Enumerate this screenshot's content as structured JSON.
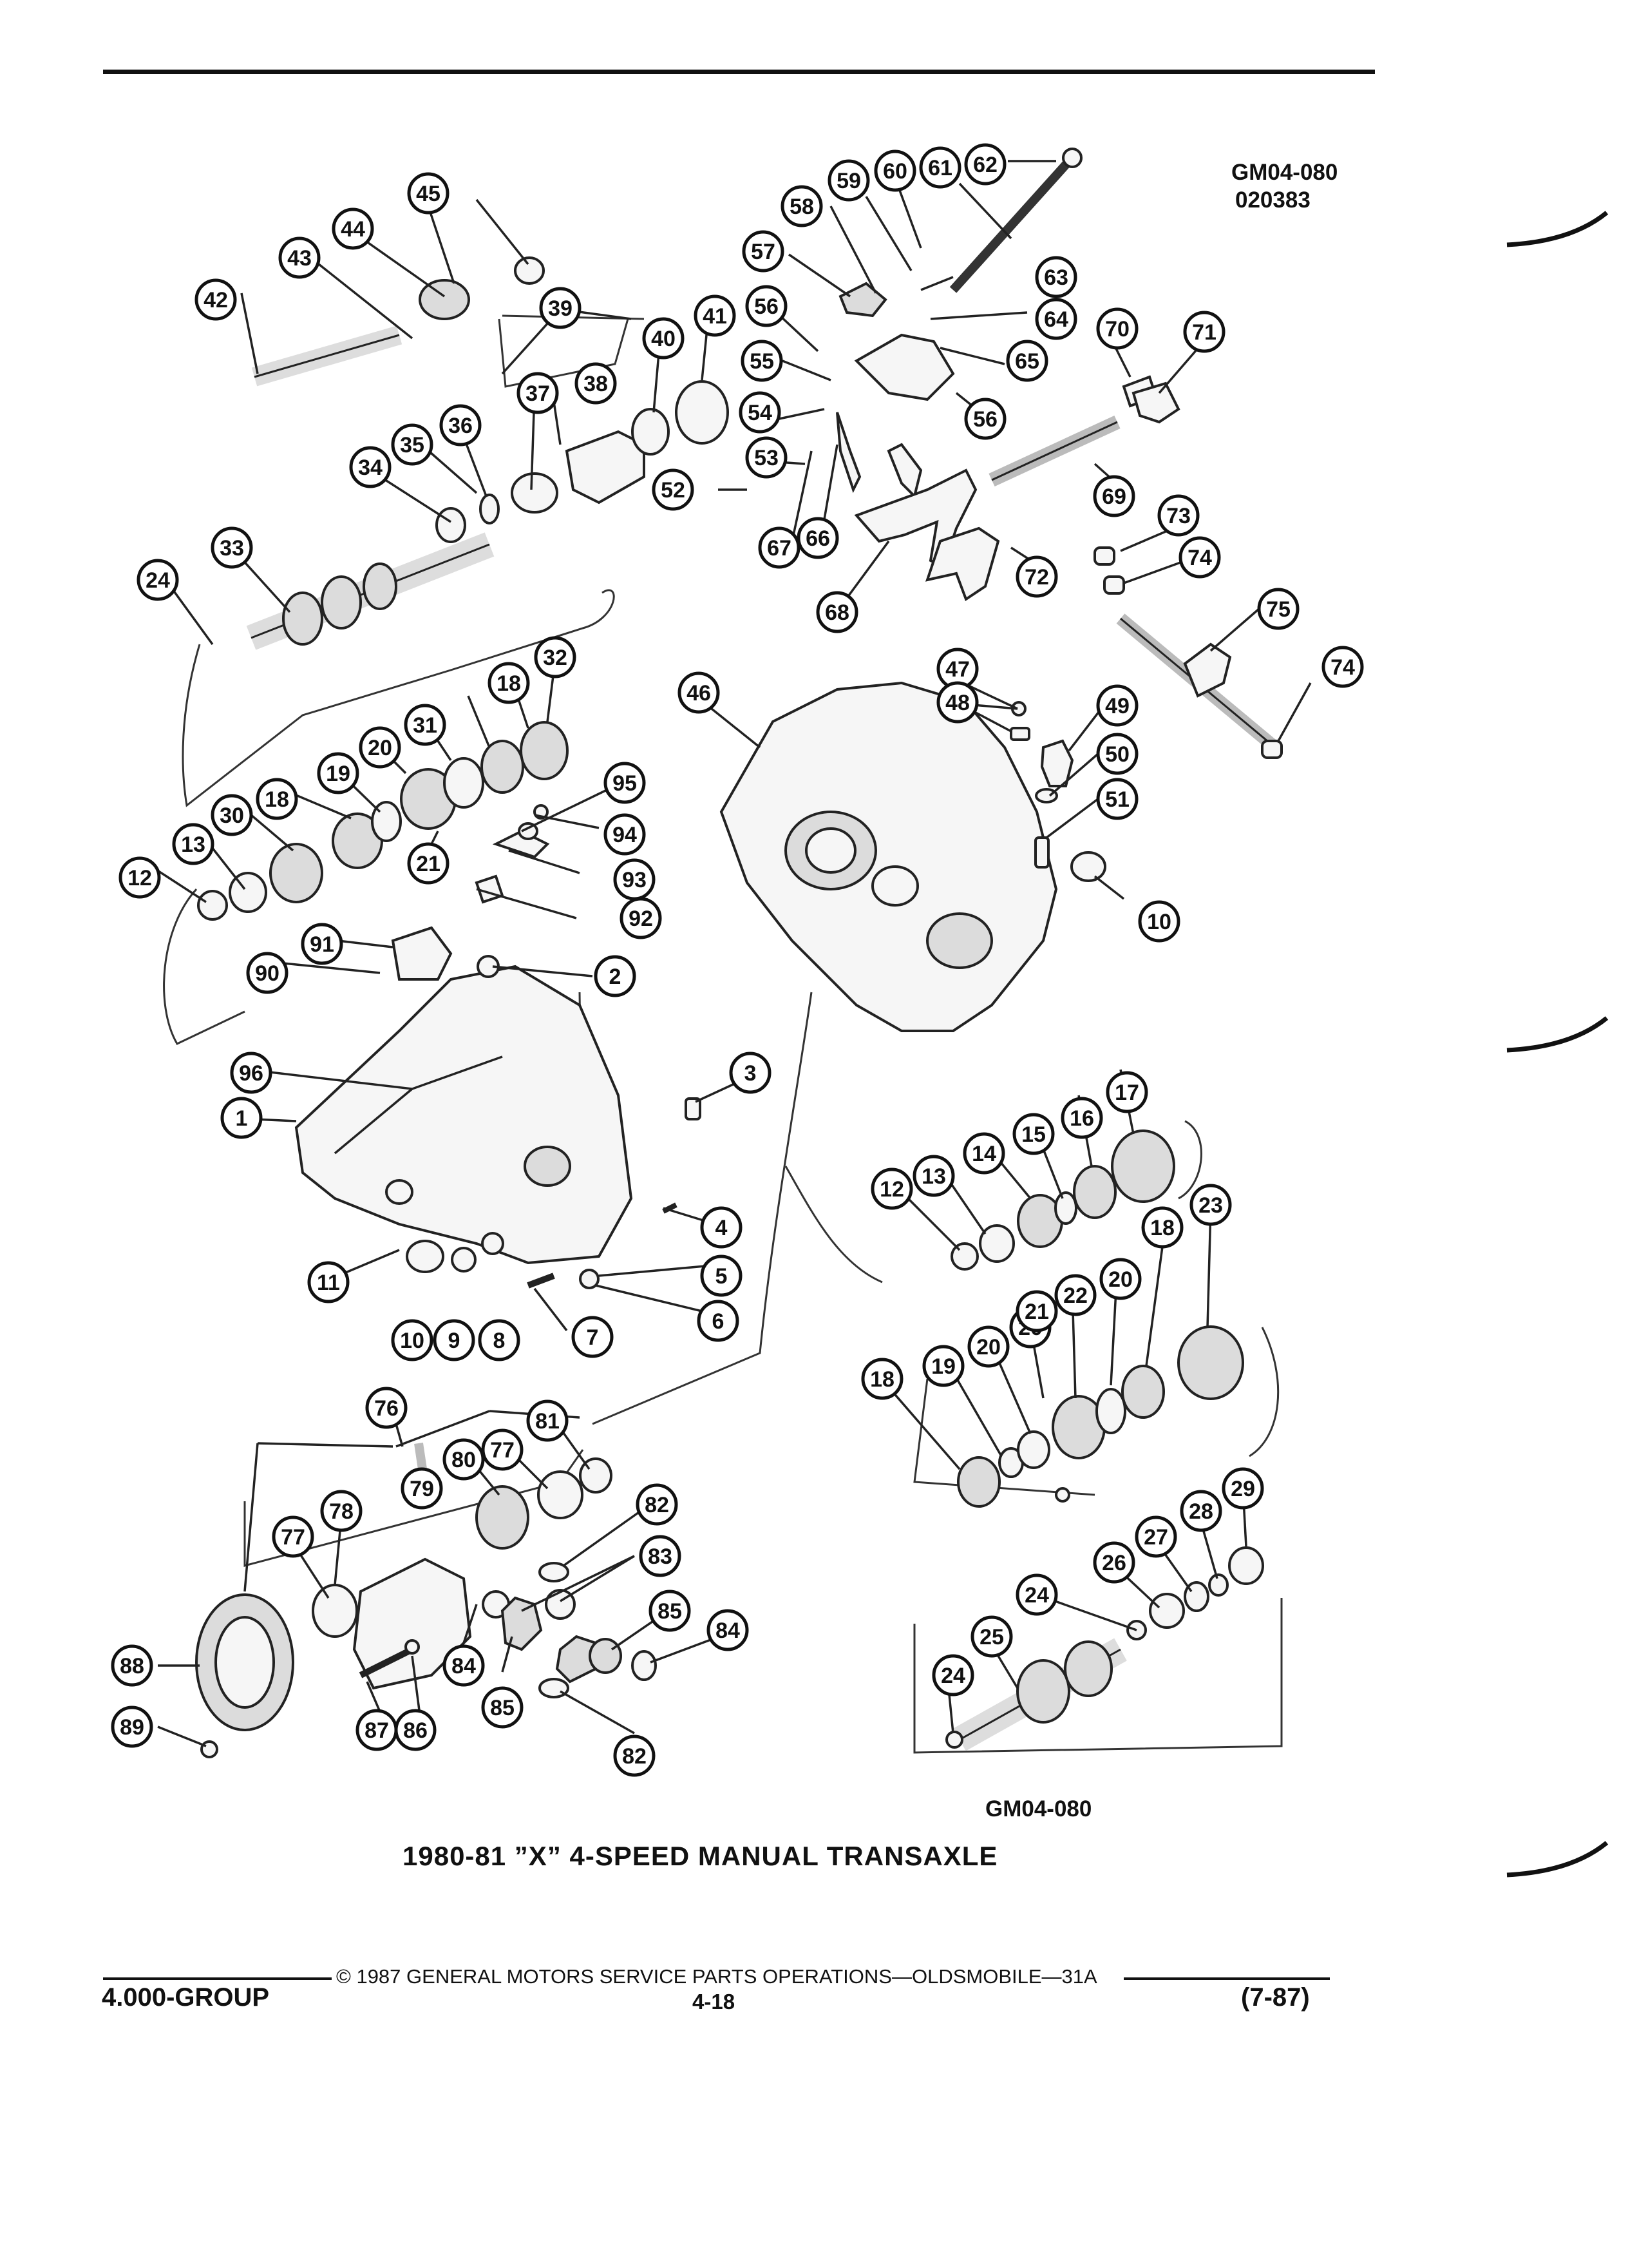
{
  "header": {
    "figure_code": "GM04-080",
    "figure_date": "020383"
  },
  "figure": {
    "code_bottom": "GM04-080",
    "title": "1980-81 ”X” 4-SPEED MANUAL TRANSAXLE"
  },
  "footer": {
    "copyright": "©  1987 GENERAL MOTORS SERVICE PARTS OPERATIONS—OLDSMOBILE—31A",
    "group": "4.000-GROUP",
    "page": "4-18",
    "revision": "(7-87)"
  },
  "callouts": [
    {
      "n": "1",
      "inv": false
    },
    {
      "n": "2",
      "inv": false
    },
    {
      "n": "3",
      "inv": false
    },
    {
      "n": "4",
      "inv": false
    },
    {
      "n": "5",
      "inv": false
    },
    {
      "n": "6",
      "inv": false
    },
    {
      "n": "7",
      "inv": false
    },
    {
      "n": "8",
      "inv": false
    },
    {
      "n": "9",
      "inv": false
    },
    {
      "n": "10",
      "inv": false
    },
    {
      "n": "10",
      "inv": false
    },
    {
      "n": "11",
      "inv": false
    },
    {
      "n": "12",
      "inv": false
    },
    {
      "n": "12",
      "inv": false
    },
    {
      "n": "13",
      "inv": false
    },
    {
      "n": "13",
      "inv": false
    },
    {
      "n": "14",
      "inv": false
    },
    {
      "n": "15",
      "inv": false
    },
    {
      "n": "16",
      "inv": false
    },
    {
      "n": "17",
      "inv": false
    },
    {
      "n": "18",
      "inv": false
    },
    {
      "n": "18",
      "inv": false
    },
    {
      "n": "18",
      "inv": false
    },
    {
      "n": "18",
      "inv": false
    },
    {
      "n": "19",
      "inv": false
    },
    {
      "n": "19",
      "inv": false
    },
    {
      "n": "20",
      "inv": false
    },
    {
      "n": "20",
      "inv": false
    },
    {
      "n": "20",
      "inv": false
    },
    {
      "n": "20",
      "inv": false
    },
    {
      "n": "21",
      "inv": false
    },
    {
      "n": "21",
      "inv": false
    },
    {
      "n": "22",
      "inv": false
    },
    {
      "n": "23",
      "inv": false
    },
    {
      "n": "24",
      "inv": false
    },
    {
      "n": "24",
      "inv": false
    },
    {
      "n": "24",
      "inv": false
    },
    {
      "n": "25",
      "inv": false
    },
    {
      "n": "26",
      "inv": false
    },
    {
      "n": "27",
      "inv": false
    },
    {
      "n": "28",
      "inv": false
    },
    {
      "n": "29",
      "inv": false
    },
    {
      "n": "30",
      "inv": false
    },
    {
      "n": "31",
      "inv": false
    },
    {
      "n": "32",
      "inv": false
    },
    {
      "n": "33",
      "inv": false
    },
    {
      "n": "34",
      "inv": false
    },
    {
      "n": "35",
      "inv": false
    },
    {
      "n": "36",
      "inv": false
    },
    {
      "n": "37",
      "inv": false
    },
    {
      "n": "38",
      "inv": false
    },
    {
      "n": "39",
      "inv": false
    },
    {
      "n": "40",
      "inv": false
    },
    {
      "n": "41",
      "inv": false
    },
    {
      "n": "42",
      "inv": false
    },
    {
      "n": "43",
      "inv": false
    },
    {
      "n": "44",
      "inv": false
    },
    {
      "n": "45",
      "inv": false
    },
    {
      "n": "46",
      "inv": false
    },
    {
      "n": "47",
      "inv": false
    },
    {
      "n": "48",
      "inv": false
    },
    {
      "n": "49",
      "inv": false
    },
    {
      "n": "50",
      "inv": false
    },
    {
      "n": "51",
      "inv": false
    },
    {
      "n": "52",
      "inv": false
    },
    {
      "n": "53",
      "inv": false
    },
    {
      "n": "54",
      "inv": false
    },
    {
      "n": "55",
      "inv": false
    },
    {
      "n": "56",
      "inv": false
    },
    {
      "n": "56",
      "inv": false
    },
    {
      "n": "57",
      "inv": false
    },
    {
      "n": "58",
      "inv": false
    },
    {
      "n": "59",
      "inv": false
    },
    {
      "n": "60",
      "inv": false
    },
    {
      "n": "61",
      "inv": false
    },
    {
      "n": "62",
      "inv": false
    },
    {
      "n": "63",
      "inv": false
    },
    {
      "n": "64",
      "inv": false
    },
    {
      "n": "65",
      "inv": false
    },
    {
      "n": "66",
      "inv": false
    },
    {
      "n": "67",
      "inv": false
    },
    {
      "n": "68",
      "inv": false
    },
    {
      "n": "69",
      "inv": false
    },
    {
      "n": "70",
      "inv": false
    },
    {
      "n": "71",
      "inv": false
    },
    {
      "n": "72",
      "inv": false
    },
    {
      "n": "73",
      "inv": false
    },
    {
      "n": "74",
      "inv": false
    },
    {
      "n": "74",
      "inv": false
    },
    {
      "n": "75",
      "inv": false
    },
    {
      "n": "76",
      "inv": false
    },
    {
      "n": "77",
      "inv": false
    },
    {
      "n": "77",
      "inv": false
    },
    {
      "n": "78",
      "inv": false
    },
    {
      "n": "79",
      "inv": false
    },
    {
      "n": "80",
      "inv": false
    },
    {
      "n": "81",
      "inv": false
    },
    {
      "n": "82",
      "inv": false
    },
    {
      "n": "82",
      "inv": false
    },
    {
      "n": "83",
      "inv": false
    },
    {
      "n": "84",
      "inv": false
    },
    {
      "n": "84",
      "inv": false
    },
    {
      "n": "85",
      "inv": false
    },
    {
      "n": "85",
      "inv": false
    },
    {
      "n": "86",
      "inv": false
    },
    {
      "n": "87",
      "inv": false
    },
    {
      "n": "88",
      "inv": false
    },
    {
      "n": "89",
      "inv": false
    },
    {
      "n": "90",
      "inv": false
    },
    {
      "n": "91",
      "inv": false
    },
    {
      "n": "92",
      "inv": false
    },
    {
      "n": "93",
      "inv": false
    },
    {
      "n": "94",
      "inv": false
    },
    {
      "n": "95",
      "inv": false
    },
    {
      "n": "96",
      "inv": false
    }
  ]
}
